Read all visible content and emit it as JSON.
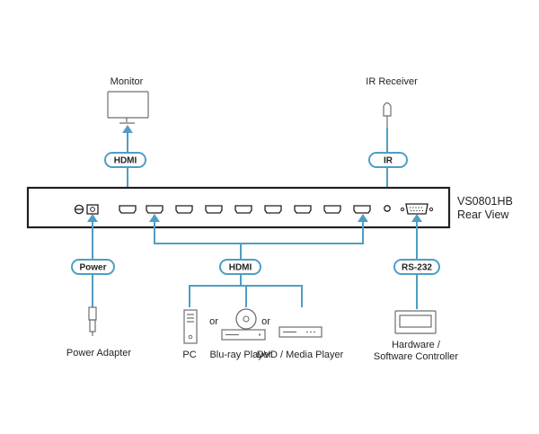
{
  "device": {
    "model": "VS0801HB",
    "view": "Rear View"
  },
  "labels": {
    "monitor": "Monitor",
    "ir_receiver": "IR Receiver",
    "power_adapter": "Power Adapter",
    "pc": "PC",
    "bluray_player": "Blu-ray Player",
    "dvd_media_player": "DVD / Media Player",
    "hardware_controller_line1": "Hardware /",
    "hardware_controller_line2": "Software Controller",
    "or_1": "or",
    "or_2": "or"
  },
  "connectors": {
    "hdmi_out": "HDMI",
    "ir": "IR",
    "power": "Power",
    "hdmi_in": "HDMI",
    "rs232": "RS-232"
  },
  "colors": {
    "cable": "#4e9ec4",
    "outline": "#231f20",
    "device_icon": "#6d6e71"
  }
}
